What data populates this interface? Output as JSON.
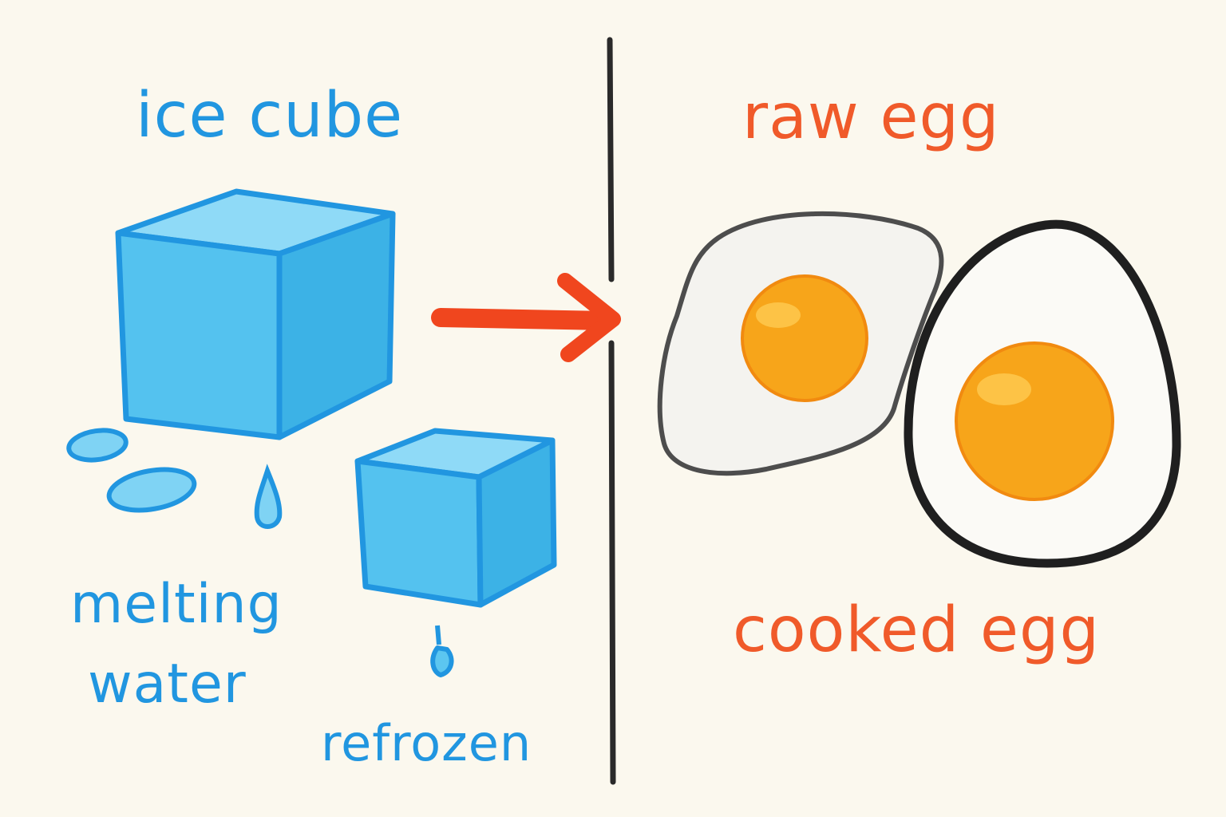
{
  "labels": {
    "ice_cube": "ice cube",
    "melting_water_line1": "melting",
    "melting_water_line2": "water",
    "refrozen": "refrozen",
    "raw_egg": "raw egg",
    "cooked_egg": "cooked egg"
  },
  "colors": {
    "background": "#fbf8ee",
    "ice_outline": "#2196e0",
    "ice_fill": "#5cc6f0",
    "arrow": "#f0461e",
    "divider": "#2a2a2a",
    "egg_white": "#f4f3ef",
    "yolk": "#f7a51a",
    "label_red": "#f05a2a"
  },
  "icons": [
    "ice-cube-icon",
    "water-drop-icon",
    "arrow-right-icon",
    "fried-egg-icon",
    "boiled-egg-icon"
  ]
}
